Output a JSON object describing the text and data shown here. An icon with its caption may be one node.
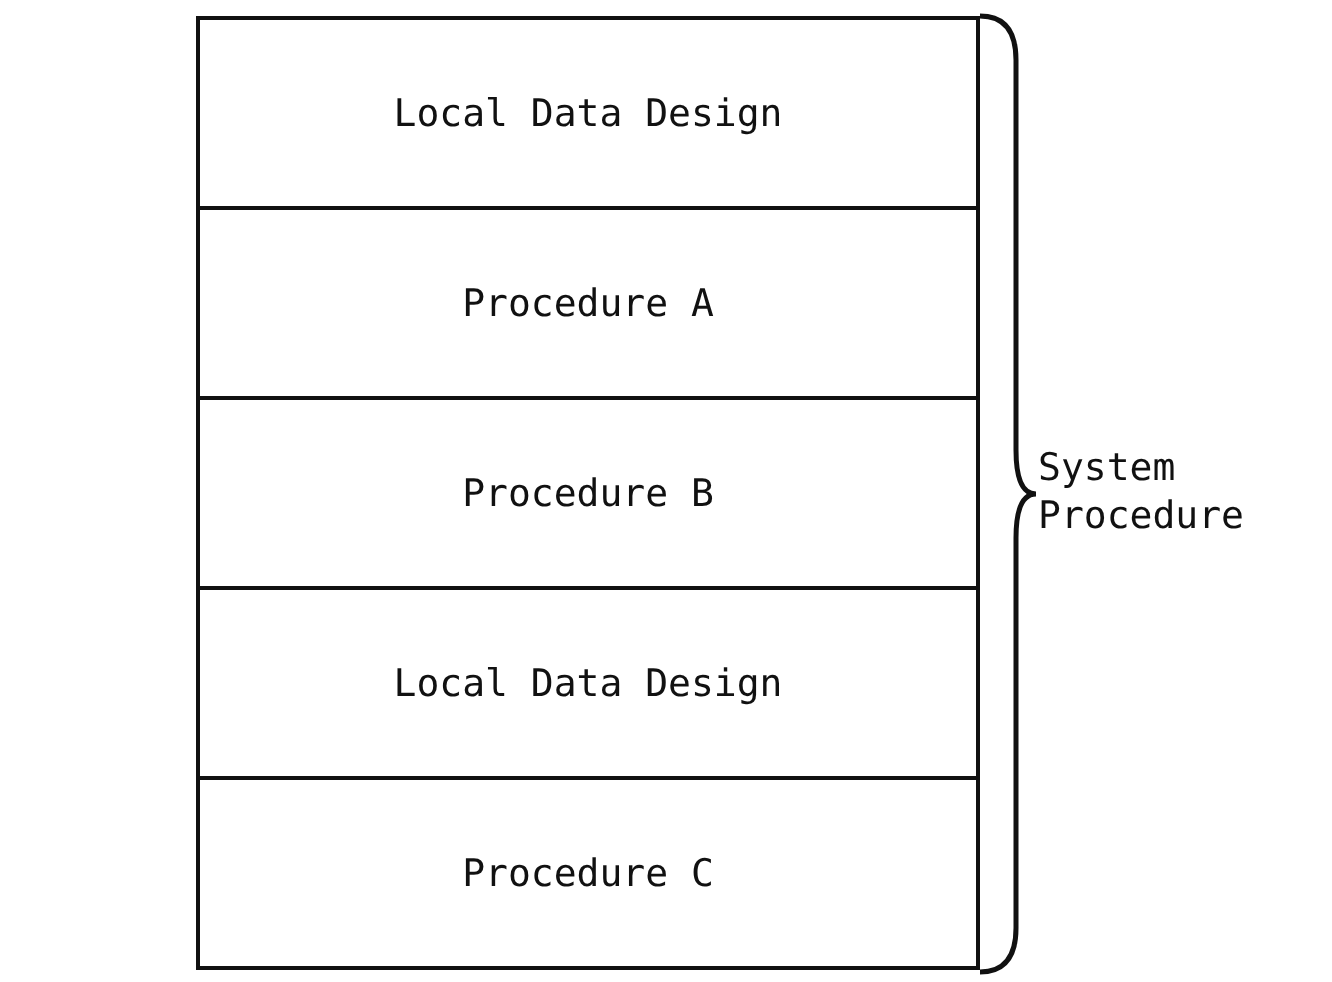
{
  "diagram": {
    "nodes": [
      {
        "text": [
          "Local Data Design"
        ]
      },
      {
        "text": [
          "Procedure A"
        ]
      },
      {
        "text": [
          "Procedure B"
        ]
      },
      {
        "text": [
          "Local Data Design"
        ]
      },
      {
        "text": [
          "Procedure C"
        ]
      }
    ],
    "labels": [
      "System Procedure"
    ]
  }
}
